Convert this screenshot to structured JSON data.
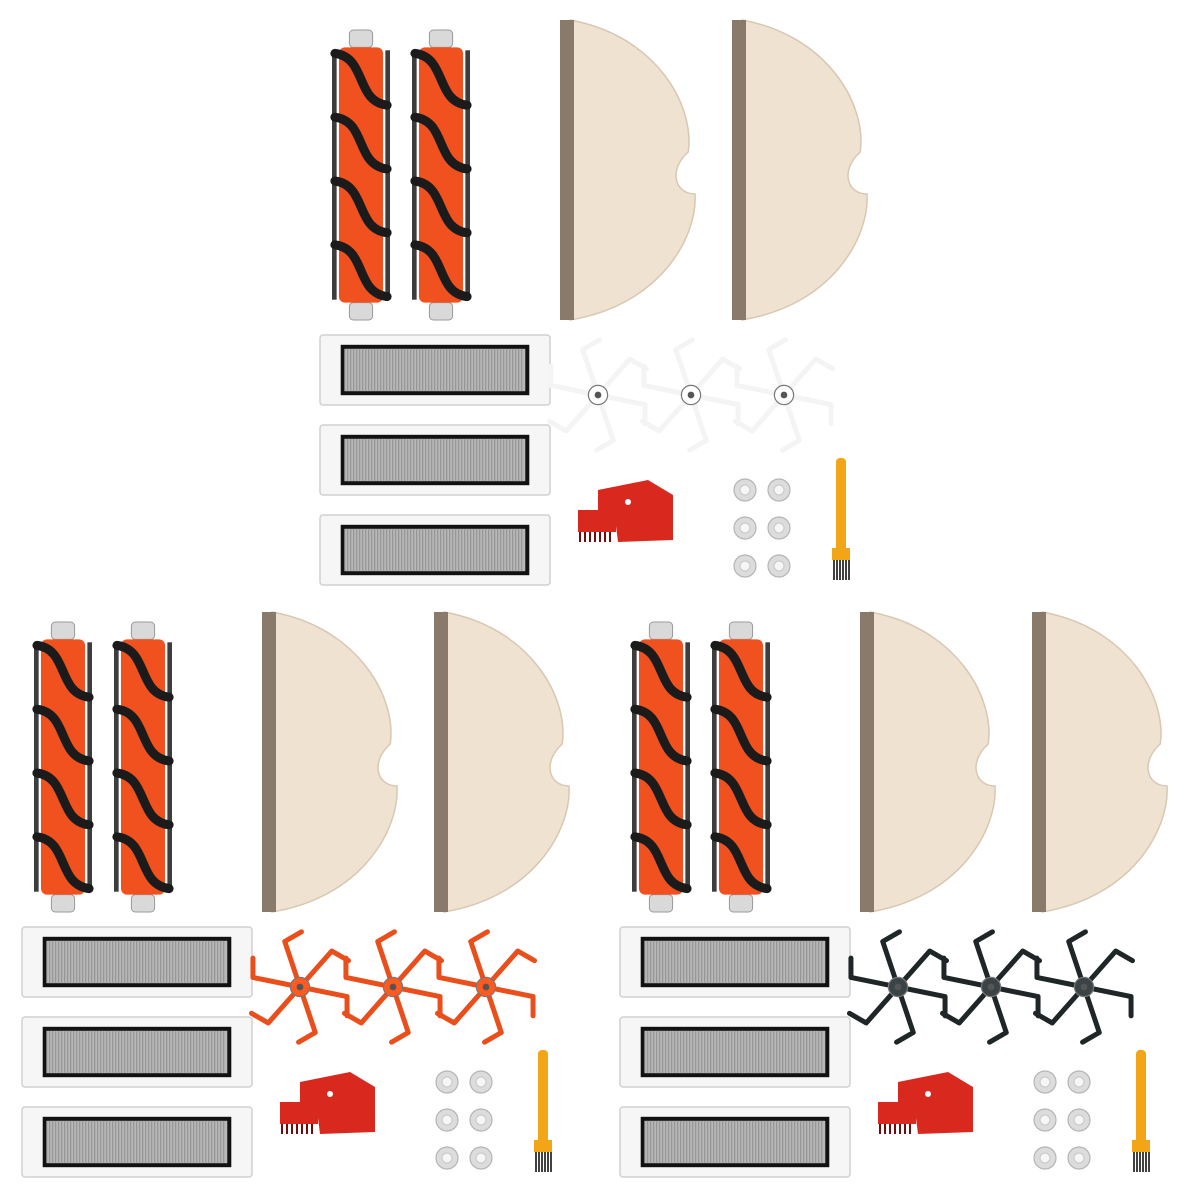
{
  "image": {
    "background": "#ffffff",
    "subject": "robot-vacuum-replacement-parts",
    "kit_count": 3,
    "kits": [
      {
        "main_brushes": 2,
        "mop_pads": 2,
        "filters": 3,
        "side_brushes": 3,
        "side_brush_color": "#f4f4f4",
        "side_brush_hub_color": "#ffffff",
        "cleaning_tool": 1,
        "brush_tool": 1,
        "screws": 6
      },
      {
        "main_brushes": 2,
        "mop_pads": 2,
        "filters": 3,
        "side_brushes": 3,
        "side_brush_color": "#e94e1b",
        "side_brush_hub_color": "#ff5a1f",
        "cleaning_tool": 1,
        "brush_tool": 1,
        "screws": 6
      },
      {
        "main_brushes": 2,
        "mop_pads": 2,
        "filters": 3,
        "side_brushes": 3,
        "side_brush_color": "#1f2628",
        "side_brush_hub_color": "#3a4447",
        "cleaning_tool": 1,
        "brush_tool": 1,
        "screws": 6
      }
    ],
    "colors": {
      "brush_orange": "#f0511f",
      "brush_bristle": "#1b1b1b",
      "mop_fabric": "#efe2d0",
      "mop_edge": "#8a7a6c",
      "filter_frame": "#f6f6f6",
      "filter_mesh": "#b7b7b7",
      "tool_red": "#d9291f",
      "tool_handle": "#f2a516",
      "screw": "#dcdcdc"
    }
  }
}
